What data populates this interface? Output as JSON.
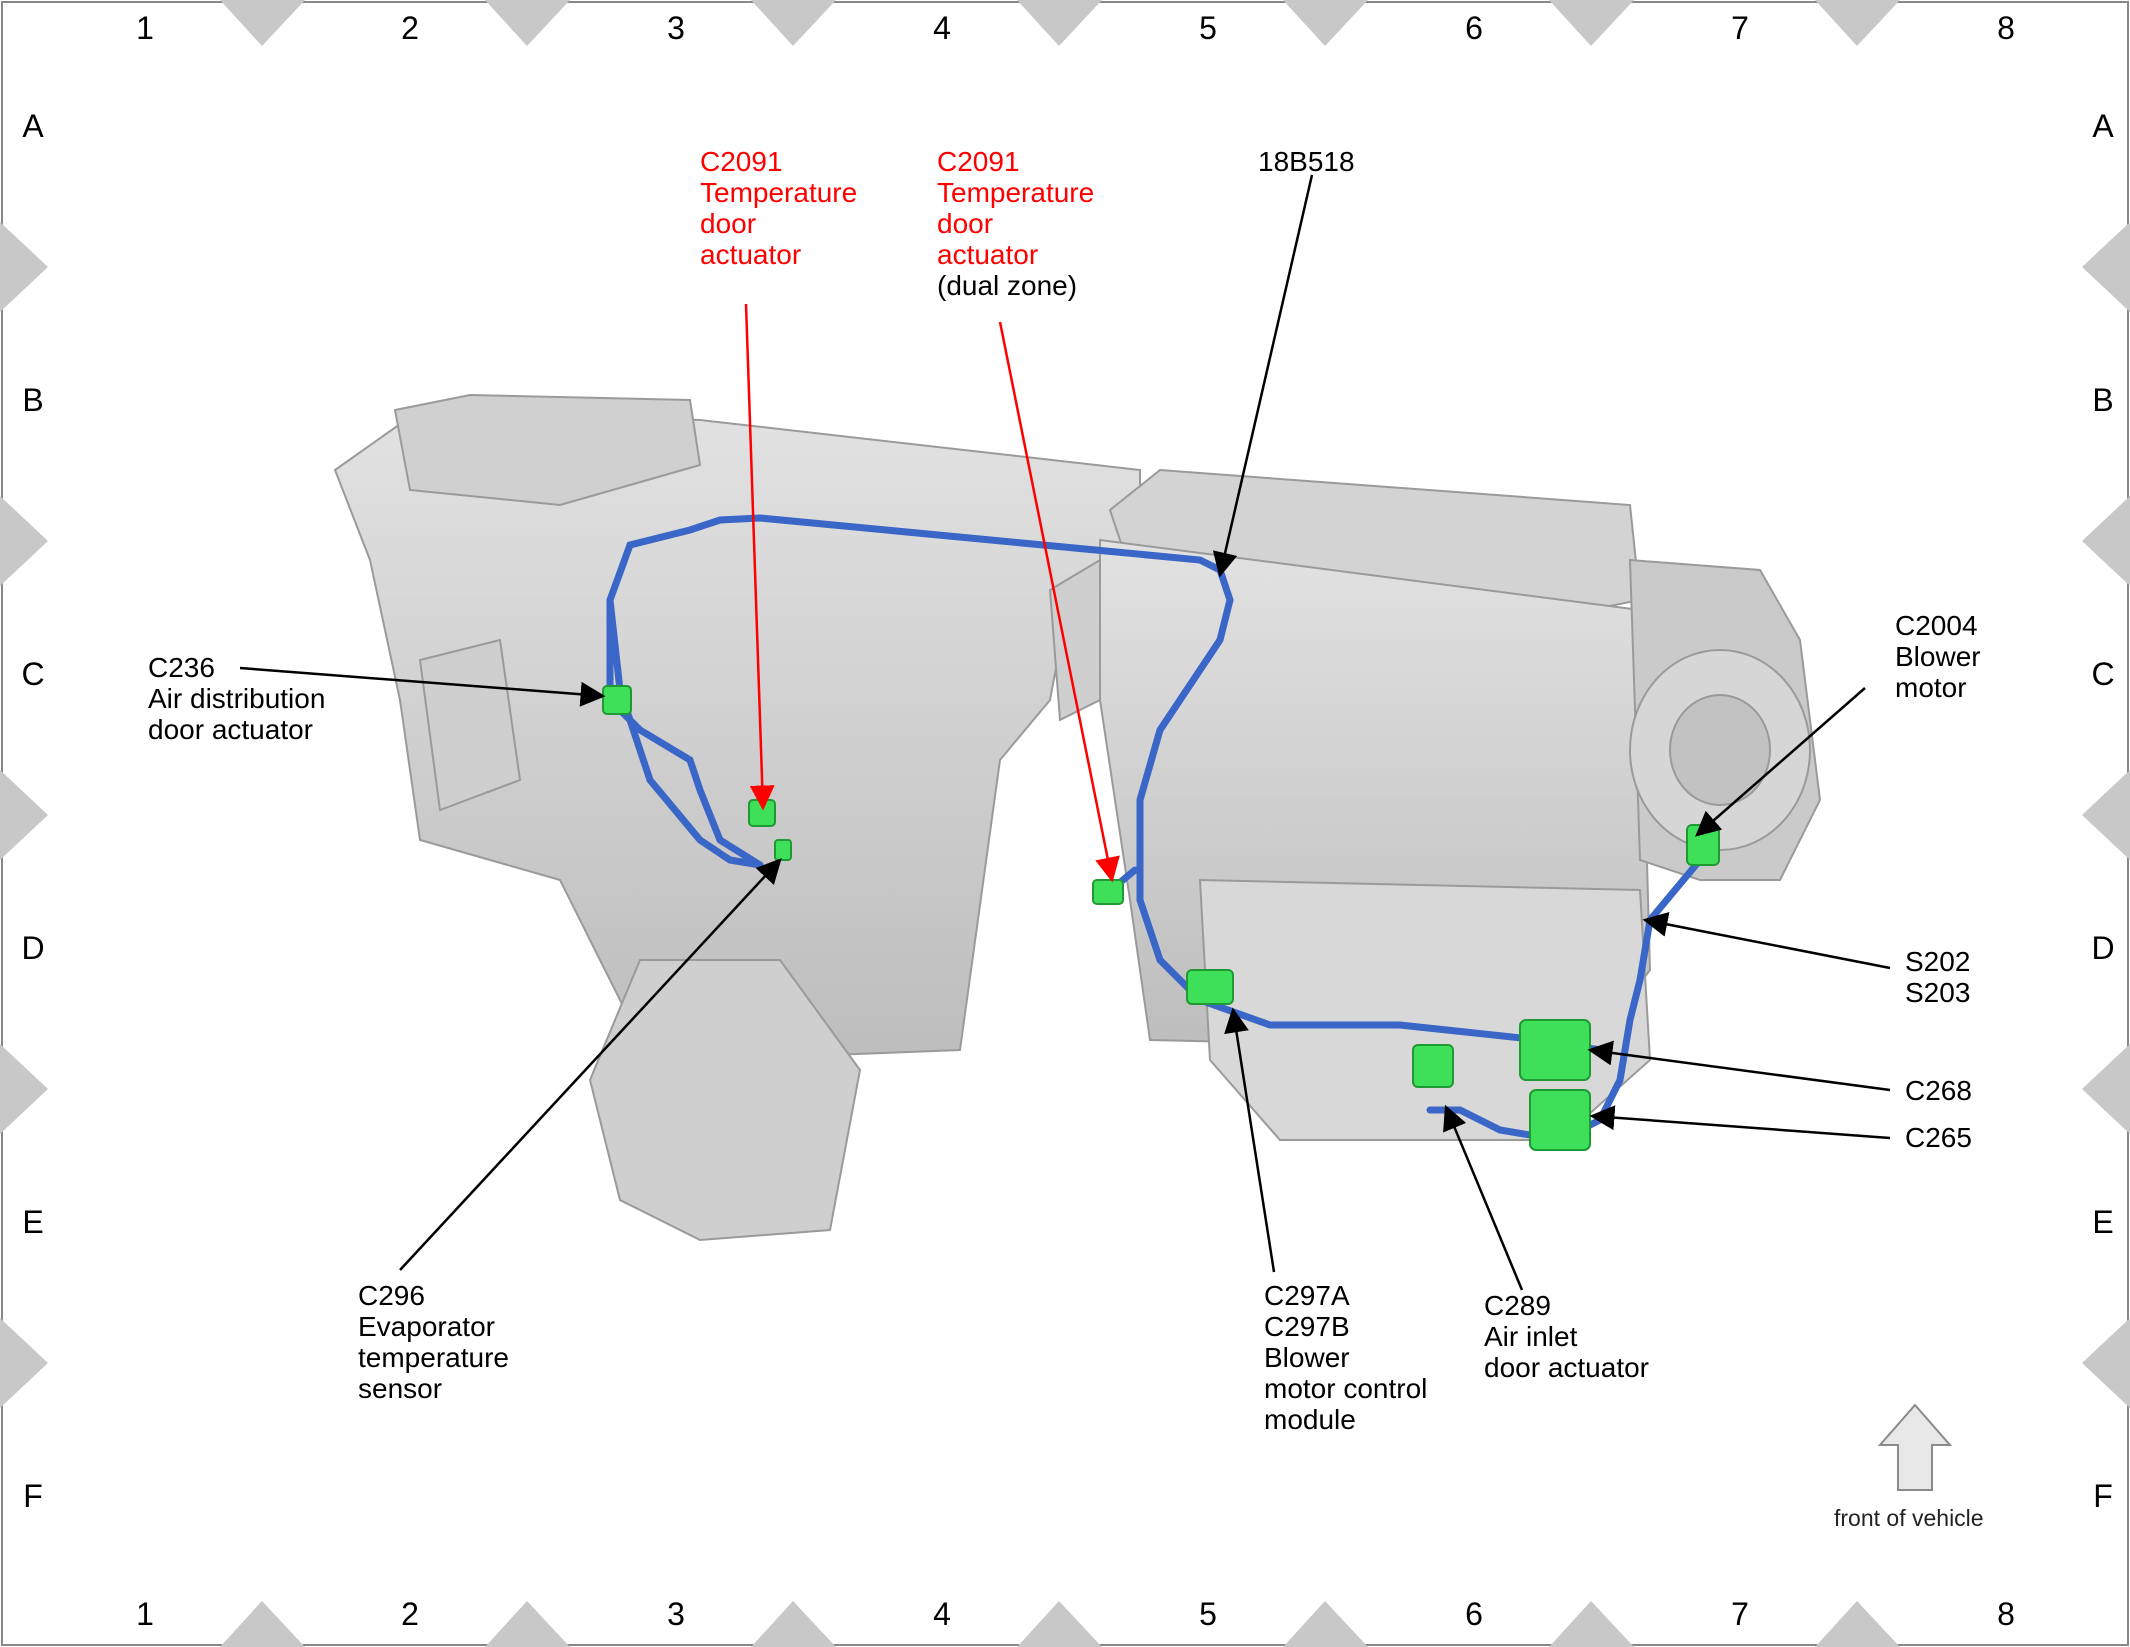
{
  "grid": {
    "columns": [
      "1",
      "2",
      "3",
      "4",
      "5",
      "6",
      "7",
      "8"
    ],
    "rows": [
      "A",
      "B",
      "C",
      "D",
      "E",
      "F"
    ]
  },
  "callouts": {
    "c2091_a": {
      "lines": [
        "C2091",
        "Temperature",
        "door",
        "actuator"
      ],
      "color": "#ff0000"
    },
    "c2091_b": {
      "lines": [
        "C2091",
        "Temperature",
        "door",
        "actuator"
      ],
      "note": "(dual zone)",
      "color": "#ff0000"
    },
    "b18b518": {
      "lines": [
        "18B518"
      ]
    },
    "c236": {
      "lines": [
        "C236",
        "Air distribution",
        "door actuator"
      ]
    },
    "c2004": {
      "lines": [
        "C2004",
        "Blower",
        "motor"
      ]
    },
    "s202": {
      "lines": [
        "S202",
        "S203"
      ]
    },
    "c268": {
      "lines": [
        "C268"
      ]
    },
    "c265": {
      "lines": [
        "C265"
      ]
    },
    "c296": {
      "lines": [
        "C296",
        "Evaporator",
        "temperature",
        "sensor"
      ]
    },
    "c297": {
      "lines": [
        "C297A",
        "C297B",
        "Blower",
        "motor control",
        "module"
      ]
    },
    "c289": {
      "lines": [
        "C289",
        "Air inlet",
        "door actuator"
      ]
    }
  },
  "orientation": {
    "label": "front of vehicle",
    "icon": "up-arrow-icon"
  },
  "colors": {
    "harness": "#3a66c8",
    "connector": "#3ee05a",
    "housing": "#d4d4d4",
    "red_label": "#ff0000",
    "marker": "#c8c8c8"
  }
}
